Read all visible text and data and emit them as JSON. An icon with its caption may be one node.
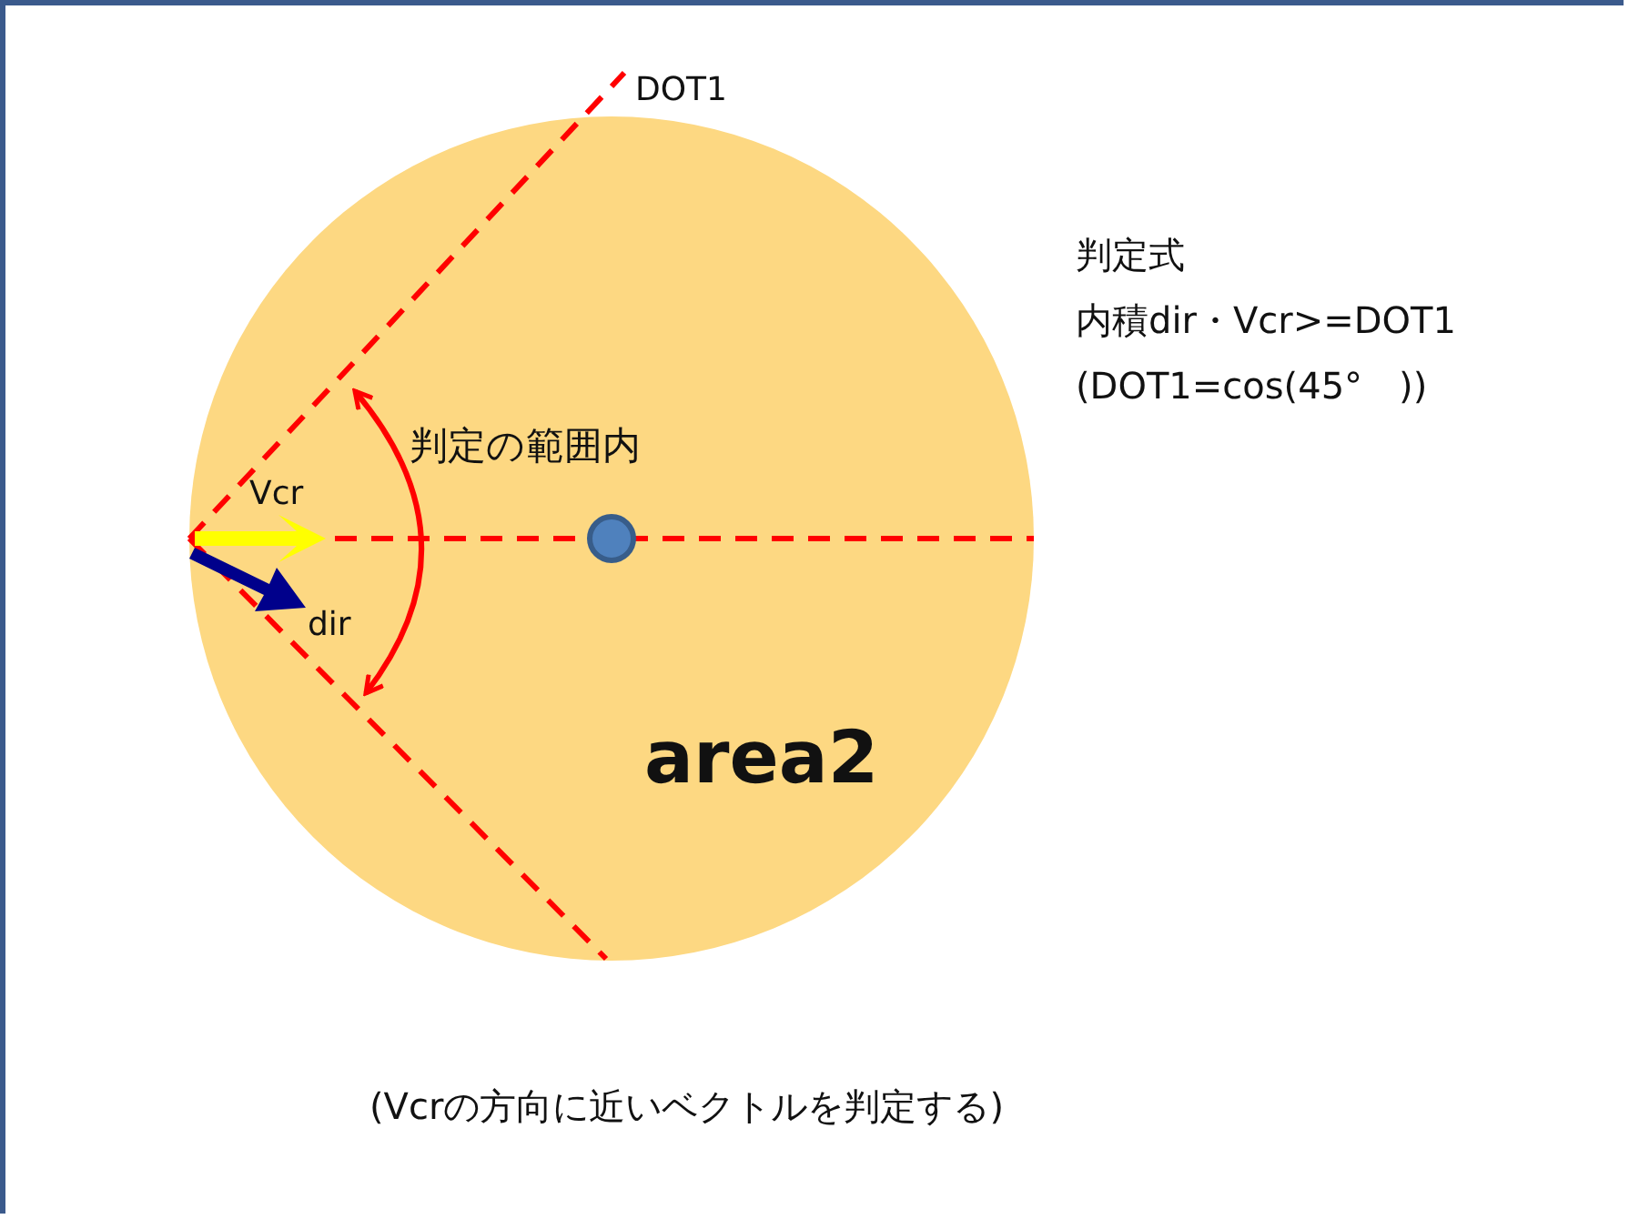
{
  "diagram": {
    "caption": "(Vcrの方向に近いベクトルを判定する)",
    "nodes": [
      {
        "text": [
          "area2"
        ]
      }
    ],
    "edges": [],
    "labels": [
      "DOT1",
      "判定式",
      "内積dir・Vcr>=DOT1",
      "(DOT1=cos(45°　))",
      "判定の範囲内",
      "Vcr",
      "dir"
    ]
  }
}
